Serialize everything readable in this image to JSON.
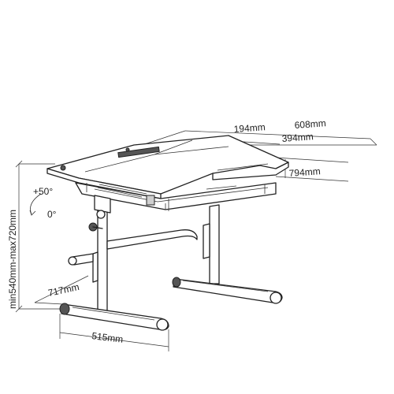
{
  "dimensions": {
    "total_width": "608mm",
    "left_section": "194mm",
    "right_section": "394mm",
    "depth": "794mm",
    "height_range": "min540mm-max720mm",
    "frame_depth": "717mm",
    "foot_width": "515mm"
  },
  "tilt": {
    "max": "+50°",
    "min": "0°"
  }
}
